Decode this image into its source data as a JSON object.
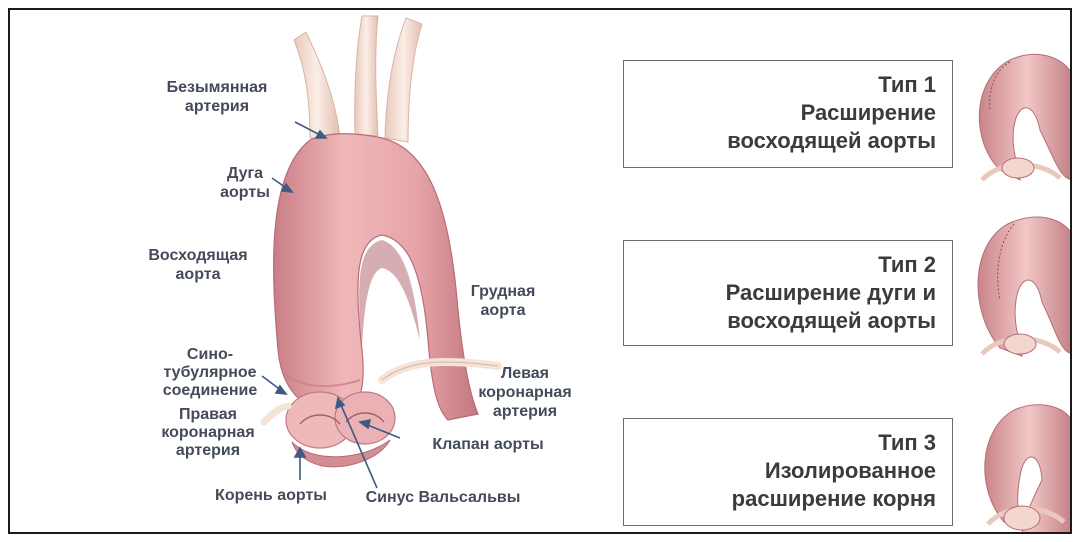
{
  "labels": {
    "innominate_artery": [
      "Безымянная",
      "артерия"
    ],
    "arch": [
      "Дуга",
      "аорты"
    ],
    "ascending": [
      "Восходящая",
      "аорта"
    ],
    "thoracic": [
      "Грудная",
      "аорта"
    ],
    "sinotubular": [
      "Сино-",
      "тубулярное",
      "соединение"
    ],
    "left_coronary": [
      "Левая",
      "коронарная",
      "артерия"
    ],
    "right_coronary": [
      "Правая",
      "коронарная",
      "артерия"
    ],
    "aortic_valve": "Клапан аорты",
    "aortic_root": "Корень аорты",
    "sinus_valsalva": "Синус Вальсальвы"
  },
  "types": [
    {
      "title": "Тип 1",
      "lines": [
        "Расширение",
        "восходящей аорты"
      ]
    },
    {
      "title": "Тип 2",
      "lines": [
        "Расширение дуги и",
        "восходящей аорты"
      ]
    },
    {
      "title": "Тип 3",
      "lines": [
        "Изолированное",
        "расширение корня"
      ]
    }
  ],
  "colors": {
    "label_text": "#444b59",
    "arrow": "#3f5a84",
    "aorta_fill": "#e3a2a6",
    "aorta_dark": "#c67c82",
    "vessel_fill": "#f3dccf",
    "box_border": "#6e6e6e"
  }
}
